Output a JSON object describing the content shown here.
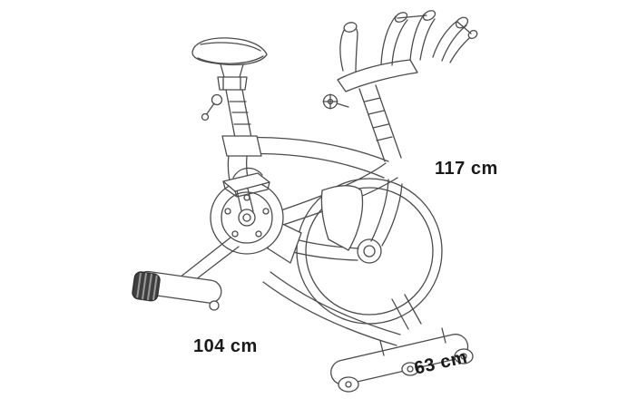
{
  "diagram": {
    "figure": "exercise-bike-line-drawing",
    "colors": {
      "background": "#ffffff",
      "line_ink": "#4c4c4c",
      "label_text": "#1a1a1a"
    },
    "labels": {
      "height": "117 cm",
      "length": "104 cm",
      "width": "63 cm"
    }
  }
}
